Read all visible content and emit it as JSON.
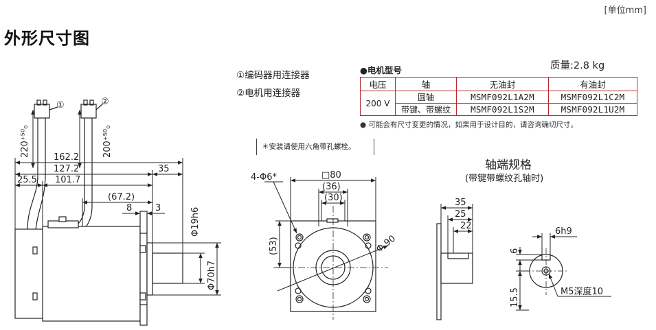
{
  "header": {
    "unit": "[单位mm]",
    "title": "外形尺寸图"
  },
  "connectors": {
    "encoder": "①编码器用连接器",
    "motor": "②电机用连接器",
    "mark1": "①",
    "mark2": "②"
  },
  "model_table": {
    "heading": "●电机型号",
    "mass": "质量:2.8 kg",
    "columns": [
      "电压",
      "轴",
      "无油封",
      "有油封"
    ],
    "voltage": "200 V",
    "rows": [
      [
        "圆轴",
        "MSMF092L1A2M",
        "MSMF092L1C2M"
      ],
      [
        "带键、带螺纹",
        "MSMF092L1S2M",
        "MSMF092L1U2M"
      ]
    ],
    "note": "● 可能会有尺寸变更的情况，如果用于设计目的，请咨询确切尺寸。"
  },
  "install_note": "＊安装请使用六角带孔螺栓。",
  "side_view": {
    "lead1": "220⁺⁵⁰₀",
    "lead2": "200⁺⁵⁰₀",
    "d162": "162.2",
    "d127": "127.2",
    "d25": "25.5",
    "d101": "101.7",
    "d35": "35",
    "d67": "(67.2)",
    "d8": "8",
    "d3": "3",
    "phi19": "Φ19h6",
    "phi70": "Φ70h7"
  },
  "front_view": {
    "holes": "4-Φ6*",
    "sq80": "□80",
    "d36": "(36)",
    "d30": "(30)",
    "d53": "(53)",
    "phi90": "Φ 90"
  },
  "shaft_end": {
    "title": "轴端规格",
    "subtitle": "(带键带螺纹孔轴时)",
    "d35": "35",
    "d25": "25",
    "d22": "22",
    "key": "6h9",
    "d6": "6",
    "d15": "15.5",
    "thread": "M5深度10"
  }
}
